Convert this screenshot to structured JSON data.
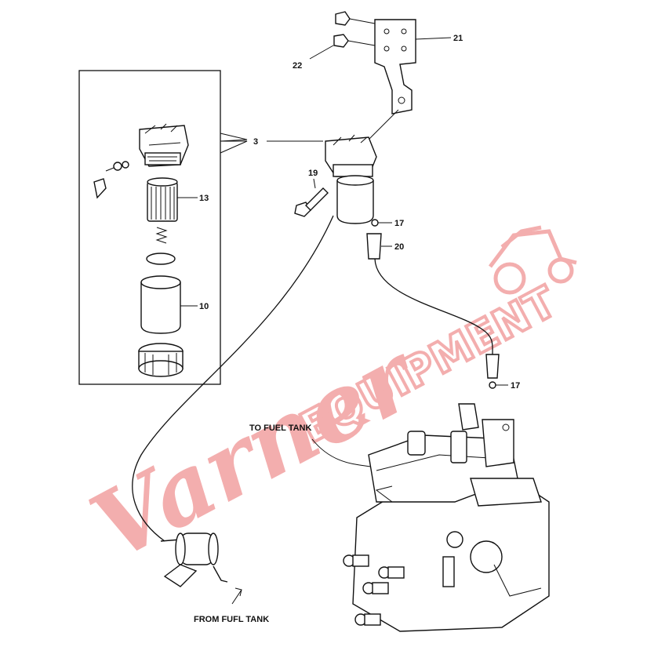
{
  "parts": [
    {
      "id": "p21",
      "label": "21"
    },
    {
      "id": "p22",
      "label": "22"
    },
    {
      "id": "p3",
      "label": "3"
    },
    {
      "id": "p19",
      "label": "19"
    },
    {
      "id": "p13",
      "label": "13"
    },
    {
      "id": "p17a",
      "label": "17"
    },
    {
      "id": "p20",
      "label": "20"
    },
    {
      "id": "p10",
      "label": "10"
    },
    {
      "id": "p17b",
      "label": "17"
    }
  ],
  "callouts": {
    "to_tank": "TO FUEL TANK",
    "from_tank": "FROM FUFL TANK"
  },
  "watermark": {
    "script": "Varner",
    "block": "EQUIPMENT",
    "color": "#f2a0a0"
  },
  "colors": {
    "ink": "#111111",
    "background": "#ffffff"
  }
}
